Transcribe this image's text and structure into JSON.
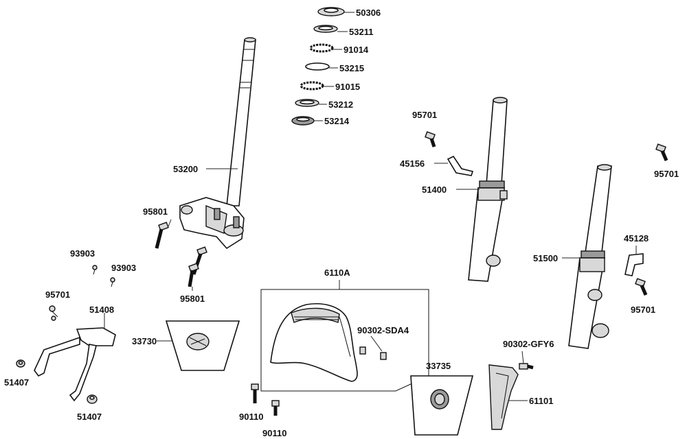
{
  "labels": {
    "p50306": "50306",
    "p53211": "53211",
    "p91014": "91014",
    "p53215": "53215",
    "p91015": "91015",
    "p53212": "53212",
    "p53214": "53214",
    "p53200": "53200",
    "p95801a": "95801",
    "p95801b": "95801",
    "p93903a": "93903",
    "p93903b": "93903",
    "p95701a": "95701",
    "p51408": "51408",
    "p51407a": "51407",
    "p51407b": "51407",
    "p33730": "33730",
    "p6110A": "6110A",
    "p90302sda4": "90302-SDA4",
    "p90110a": "90110",
    "p90110b": "90110",
    "p95701b": "95701",
    "p45156": "45156",
    "p51400": "51400",
    "p95701c": "95701",
    "p45128": "45128",
    "p51500": "51500",
    "p95701d": "95701",
    "p90302gfy6": "90302-GFY6",
    "p33735": "33735",
    "p61101": "61101"
  },
  "colors": {
    "line": "#111111",
    "shade": "#d8d8d8",
    "dark": "#9a9a9a"
  }
}
